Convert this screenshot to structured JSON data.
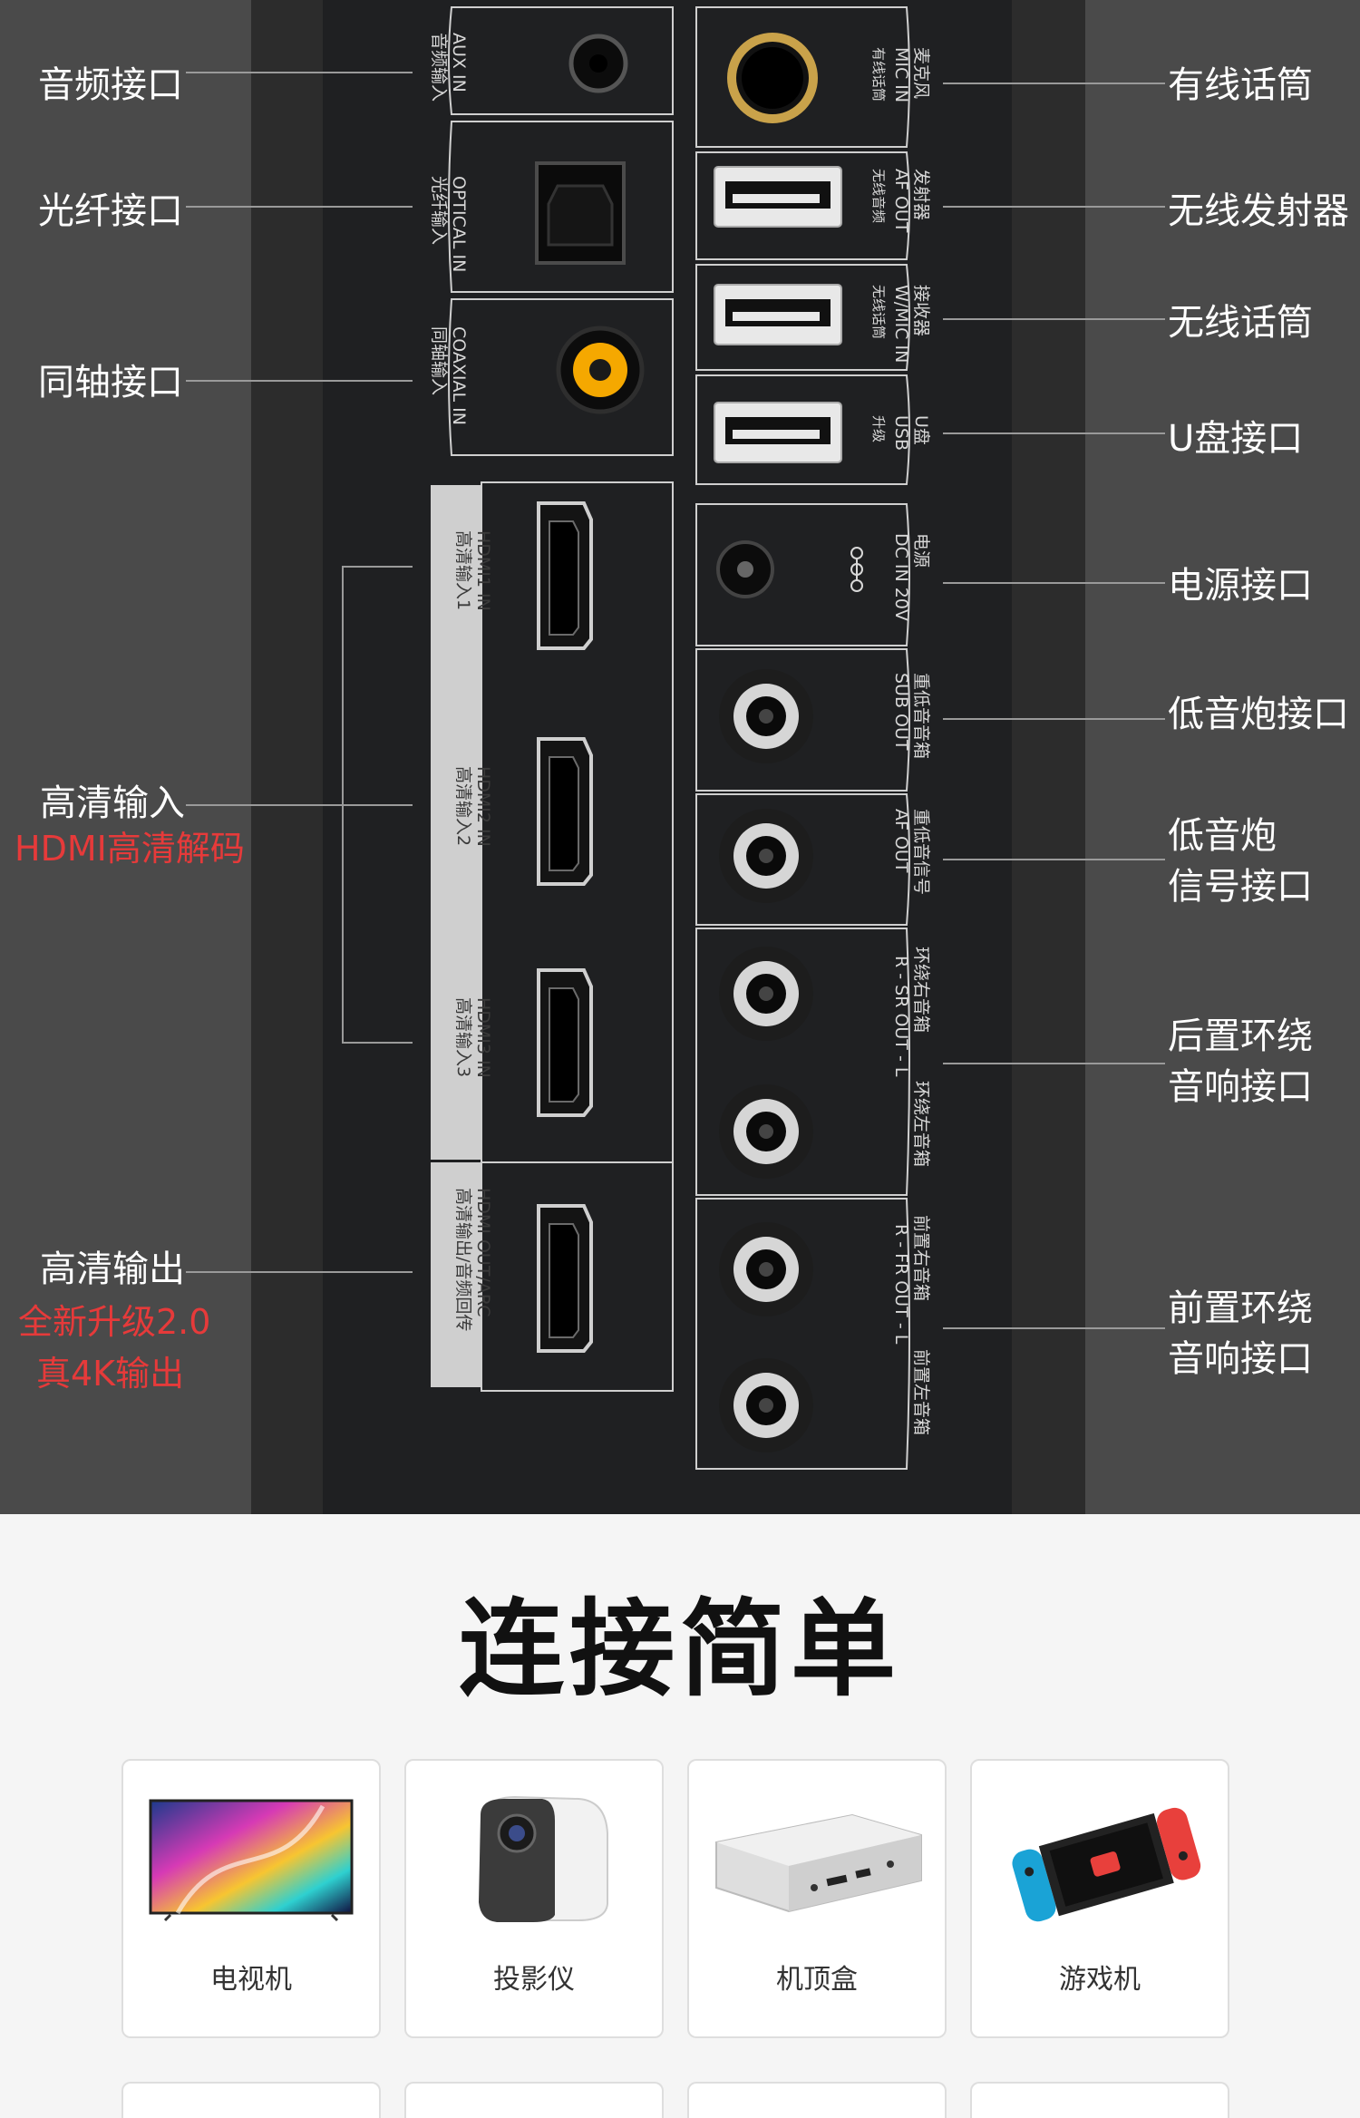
{
  "annotations": {
    "aux": "音频接口",
    "optical": "光纤接口",
    "coaxial": "同轴接口",
    "hdmi_in": "高清输入",
    "hdmi_in_note": "HDMI高清解码",
    "hdmi_out": "高清输出",
    "hdmi_out_note_1": "全新升级2.0",
    "hdmi_out_note_2": "真4K输出",
    "mic": "有线话筒",
    "transmitter": "无线发射器",
    "wireless_mic": "无线话筒",
    "usb": "U盘接口",
    "power": "电源接口",
    "subwoofer": "低音炮接口",
    "sub_signal_1": "低音炮",
    "sub_signal_2": "信号接口",
    "rear_1": "后置环绕",
    "rear_2": "音响接口",
    "front_1": "前置环绕",
    "front_2": "音响接口"
  },
  "panel_labels": {
    "aux": [
      "音频输入",
      "AUX IN"
    ],
    "optical": [
      "光纤输入",
      "OPTICAL IN"
    ],
    "coaxial": [
      "同轴输入",
      "COAXIAL IN"
    ],
    "hdmi1": [
      "高清输入1",
      "HDMI1 IN"
    ],
    "hdmi2": [
      "高清输入2",
      "HDMI2 IN"
    ],
    "hdmi3": [
      "高清输入3",
      "HDMI3 IN"
    ],
    "hdmi_out": [
      "高清输出/音频回传",
      "HDMI OUT/ARC"
    ],
    "mic": [
      "麦克风",
      "MIC IN",
      "有线话筒"
    ],
    "af_out_tx": [
      "发射器",
      "AF OUT",
      "无线音频"
    ],
    "wmic": [
      "接收器",
      "W/MIC IN",
      "无线话筒"
    ],
    "usb": [
      "U盘",
      "USB",
      "升级"
    ],
    "dc": [
      "电源",
      "DC IN 20V"
    ],
    "sub_out": [
      "重低音音箱",
      "SUB OUT"
    ],
    "af_out_sub": [
      "重低音信号",
      "AF OUT"
    ],
    "sr_out": [
      "环绕右音箱",
      "R - SR OUT - L",
      "环绕左音箱"
    ],
    "fr_out": [
      "前置右音箱",
      "R - FR OUT - L",
      "前置左音箱"
    ]
  },
  "section": {
    "title": "连接简单"
  },
  "devices": [
    {
      "label": "电视机",
      "icon": "tv-icon"
    },
    {
      "label": "投影仪",
      "icon": "projector-icon"
    },
    {
      "label": "机顶盒",
      "icon": "set-top-box-icon"
    },
    {
      "label": "游戏机",
      "icon": "game-console-icon"
    }
  ],
  "colors": {
    "background": "#4a4a4a",
    "panel": "#1f2022",
    "highlight_text": "#e63a3a",
    "coaxial_port": "#f5a800"
  }
}
